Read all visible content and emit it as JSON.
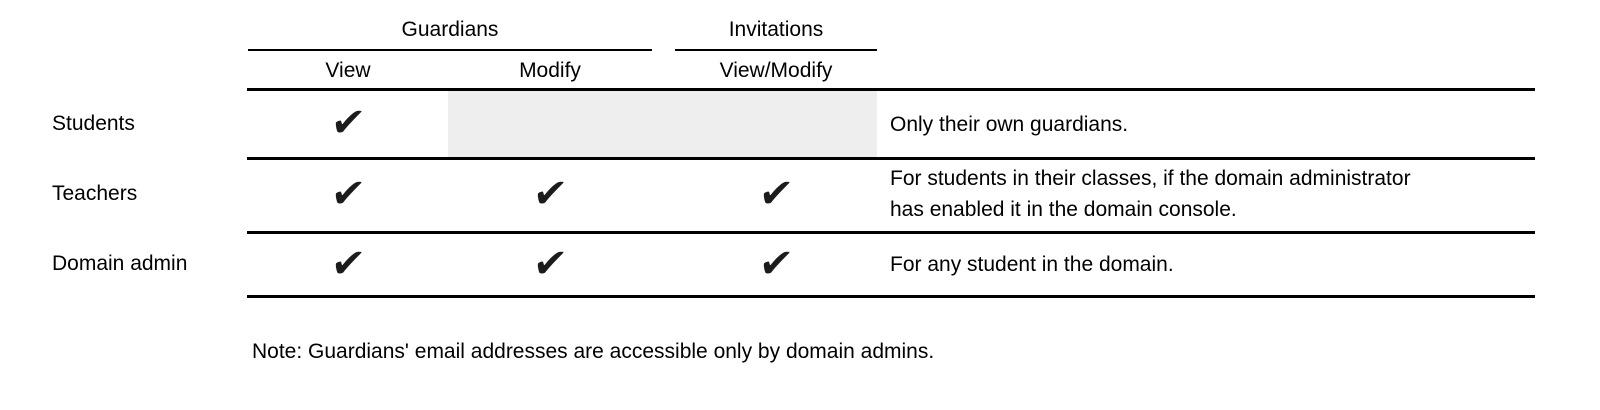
{
  "table": {
    "column_groups": [
      {
        "label": "Guardians",
        "columns": [
          "View",
          "Modify"
        ]
      },
      {
        "label": "Invitations",
        "columns": [
          "View/Modify"
        ]
      }
    ],
    "sub_headers": [
      "View",
      "Modify",
      "View/Modify"
    ],
    "rows": [
      {
        "label": "Students",
        "guardians_view": true,
        "guardians_modify": false,
        "invitations_view_modify": false,
        "modify_cells_disabled": true,
        "note_lines": [
          "Only their own guardians."
        ]
      },
      {
        "label": "Teachers",
        "guardians_view": true,
        "guardians_modify": true,
        "invitations_view_modify": true,
        "modify_cells_disabled": false,
        "note_lines": [
          "For students in their classes, if the domain administrator",
          "has enabled it in the domain console."
        ]
      },
      {
        "label": "Domain admin",
        "guardians_view": true,
        "guardians_modify": true,
        "invitations_view_modify": true,
        "modify_cells_disabled": false,
        "note_lines": [
          "For any student in the domain."
        ]
      }
    ],
    "footnote": "Note: Guardians' email addresses are accessible only by domain admins."
  },
  "icons": {
    "check": "✔"
  },
  "colors": {
    "line": "#000000",
    "text": "#000000",
    "check": "#1c1c1c",
    "disabled_cell": "#eeeeee"
  }
}
